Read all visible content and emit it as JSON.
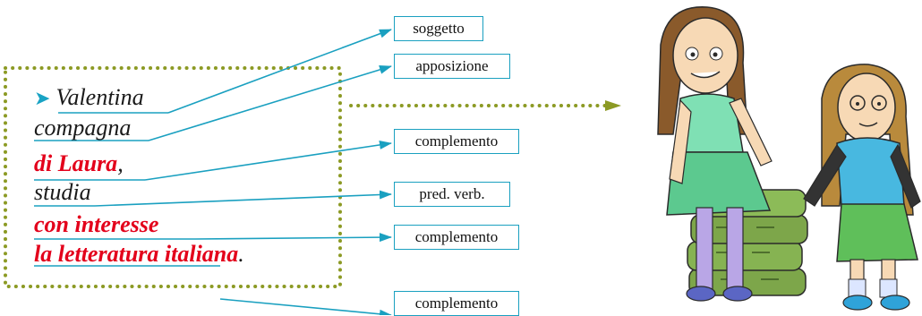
{
  "colors": {
    "arrow": "#1aa0c0",
    "highlight": "#e3001b",
    "frame": "#8c9a24"
  },
  "sentence": [
    {
      "id": "valentina",
      "text": "Valentina",
      "red": false,
      "bullet": "➤",
      "trail": ""
    },
    {
      "id": "compagna",
      "text": "compagna",
      "red": false,
      "bullet": "",
      "trail": ""
    },
    {
      "id": "di-laura",
      "text": "di Laura",
      "red": true,
      "bullet": "",
      "trail": ","
    },
    {
      "id": "studia",
      "text": "studia",
      "red": false,
      "bullet": "",
      "trail": ""
    },
    {
      "id": "con-interesse",
      "text": "con interesse",
      "red": true,
      "bullet": "",
      "trail": ""
    },
    {
      "id": "letteratura",
      "text": "la letteratura italiana",
      "red": true,
      "bullet": "",
      "trail": "."
    }
  ],
  "labels": [
    {
      "id": "soggetto",
      "text": "soggetto"
    },
    {
      "id": "apposizione",
      "text": "apposizione"
    },
    {
      "id": "complemento-1",
      "text": "complemento"
    },
    {
      "id": "pred-verb",
      "text": "pred. verb."
    },
    {
      "id": "complemento-2",
      "text": "complemento"
    },
    {
      "id": "complemento-3",
      "text": "complemento"
    }
  ],
  "illustration": "two-girls-cartoon"
}
